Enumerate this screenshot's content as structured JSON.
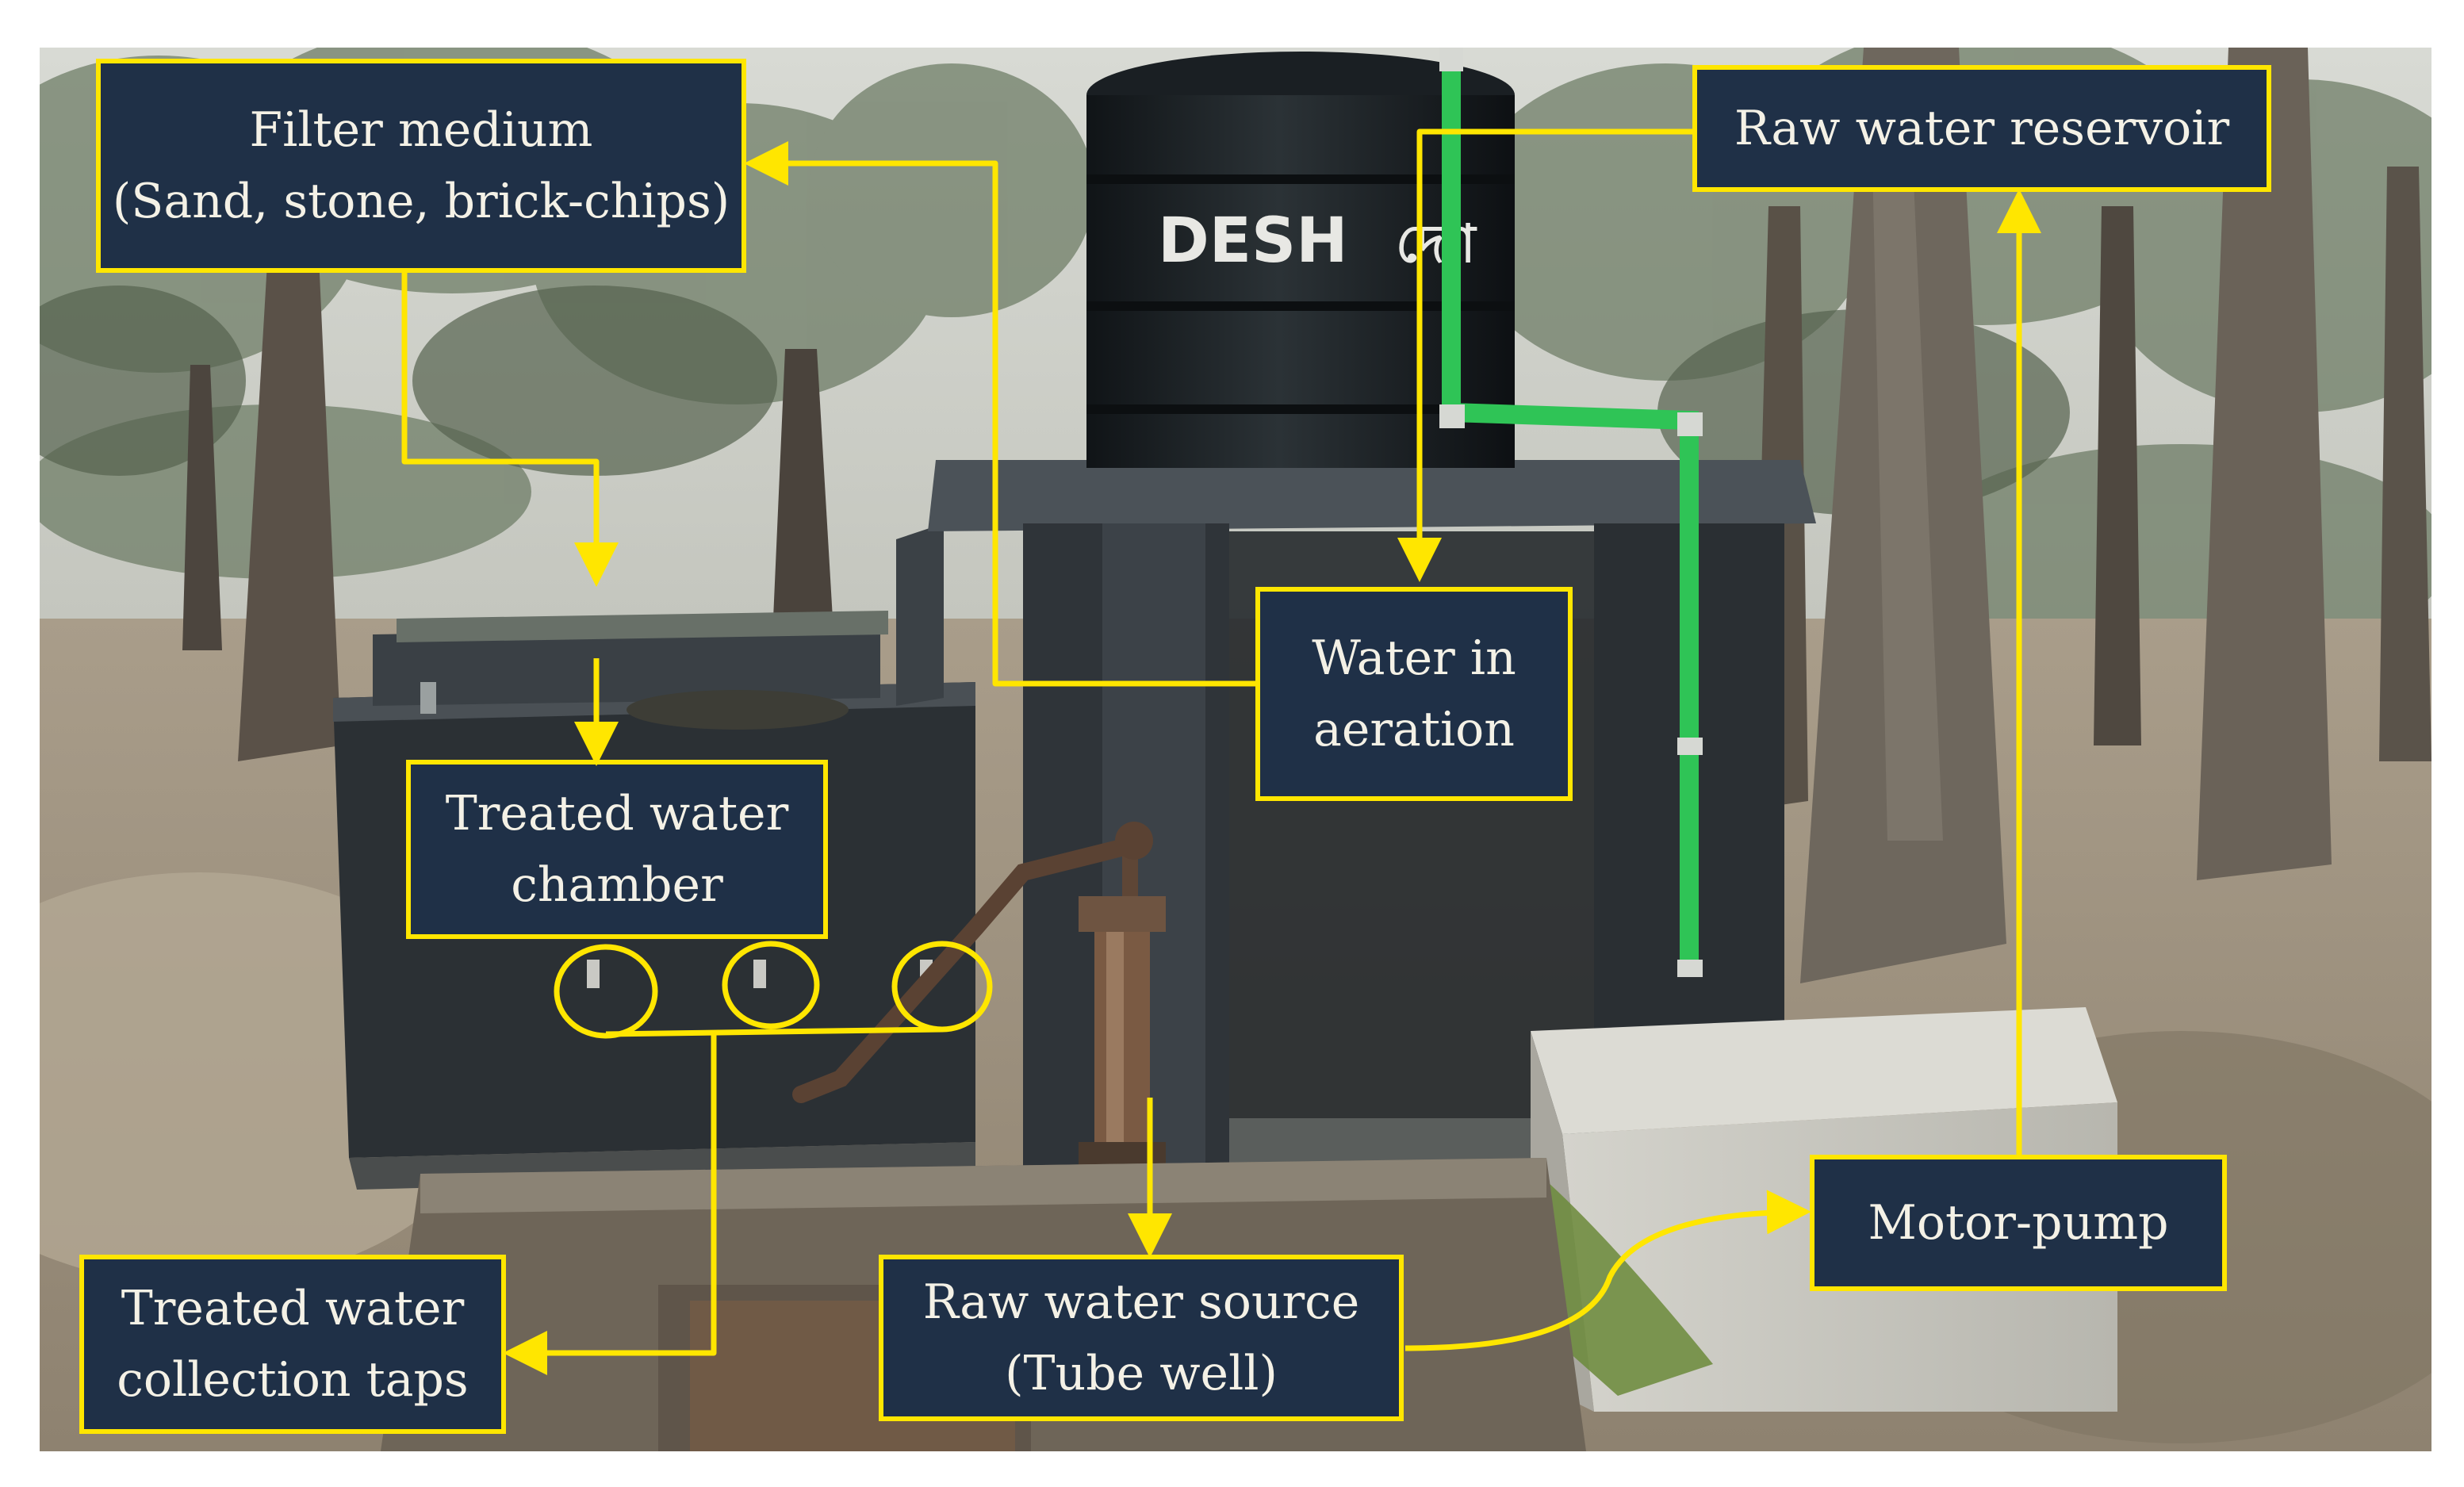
{
  "labels": {
    "filter_medium": [
      "Filter medium",
      "(Sand, stone, brick-chips)"
    ],
    "raw_water_reservoir": [
      "Raw water reservoir"
    ],
    "water_in_aeration": [
      "Water in",
      "aeration"
    ],
    "treated_water_chamber": [
      "Treated water",
      "chamber"
    ],
    "treated_water_taps": [
      "Treated water",
      "collection taps"
    ],
    "raw_water_source": [
      "Raw water source",
      "(Tube well)"
    ],
    "motor_pump": [
      "Motor-pump"
    ]
  },
  "tank_brand": {
    "latin": "DESH",
    "bangla": "দেশ"
  },
  "colors": {
    "label_background": "#1f3047",
    "label_border": "#ffe600",
    "label_text": "#f4f1e6",
    "pointer_line": "#ffe600",
    "pipe": "#2fc456",
    "tank": "#1c2226",
    "concrete": "#2c3135"
  }
}
